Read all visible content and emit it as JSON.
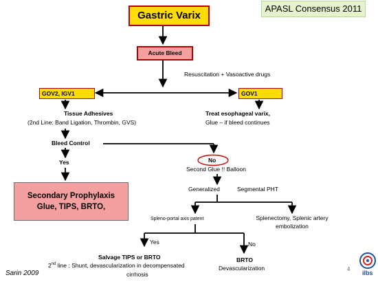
{
  "header": {
    "consensus": "APASL Consensus 2011"
  },
  "nodes": {
    "title": "Gastric Varix",
    "acute_bleed": "Acute Bleed",
    "resuscitation": "Resuscitation + Vasoactive drugs",
    "gov2_igv1": "GOV2, IGV1",
    "gov1": "GOV1",
    "tissue_adhesives": "Tissue Adhesives",
    "second_line": "(2nd Line: Band Ligation, Thrombin, GVS)",
    "treat_esophageal": "Treat  esophageal varix,",
    "glue_if_bleed": "Glue – if bleed continues",
    "bleed_control": "Bleed Control",
    "yes_left": "Yes",
    "no_mid": "No",
    "second_glue": "Second Glue !! Balloon",
    "generalized": "Generalized",
    "segmental_pht": "Segmental PHT",
    "secondary_line1": "Secondary Prophylaxis",
    "secondary_line2": "Glue, TIPS, BRTO,",
    "splenoportal": "Spleno-portal axis patent",
    "splenectomy_line1": "Splenectomy, Splenic artery",
    "splenectomy_line2": "embolization",
    "yes_bottom": "Yes",
    "no_bottom": "No",
    "salvage": "Salvage TIPS or BRTO",
    "second_line_bottom_prefix": "2",
    "second_line_bottom_sup": "nd",
    "second_line_bottom_rest": " line : Shunt, devascularization in decompensated",
    "cirrhosis": "cirrhosis",
    "brto": "BRTO",
    "devascularization": "Devascularization"
  },
  "footer": {
    "citation": "Sarin  2009",
    "page_number": "4",
    "logo_text": "ilbs"
  },
  "colors": {
    "yellow_box": "#ffdd00",
    "pink_box": "#f4a0a0",
    "border_red": "#b30000",
    "consensus_bg": "#e6f2cc"
  }
}
